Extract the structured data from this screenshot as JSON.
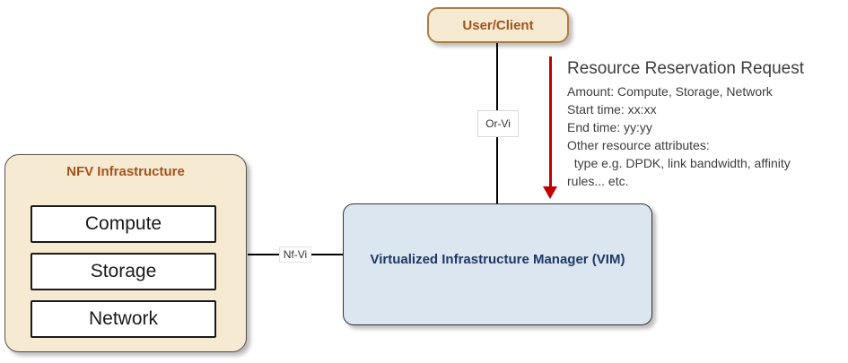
{
  "diagram": {
    "user_client": {
      "label": "User/Client"
    },
    "nfv_infrastructure": {
      "title": "NFV Infrastructure",
      "components": [
        "Compute",
        "Storage",
        "Network"
      ]
    },
    "vim": {
      "label": "Virtualized Infrastructure Manager (VIM)"
    },
    "links": {
      "or_vi": "Or-Vi",
      "nf_vi": "Nf-Vi"
    },
    "annotation": {
      "title": "Resource Reservation Request",
      "lines": [
        "Amount: Compute, Storage, Network",
        "Start time: xx:xx",
        "End time: yy:yy",
        "Other resource attributes:",
        "  type e.g. DPDK, link bandwidth, affinity",
        "rules... etc."
      ]
    },
    "colors": {
      "tan_fill": "#f7ead3",
      "tan_border": "#ad7d43",
      "nfv_border": "#55504a",
      "accent_text": "#a2531d",
      "vim_fill": "#dce6f1",
      "vim_border": "#333333",
      "vim_text": "#1f3864",
      "arrow_red": "#c00000",
      "annotation_text": "#3d3d3d"
    }
  }
}
